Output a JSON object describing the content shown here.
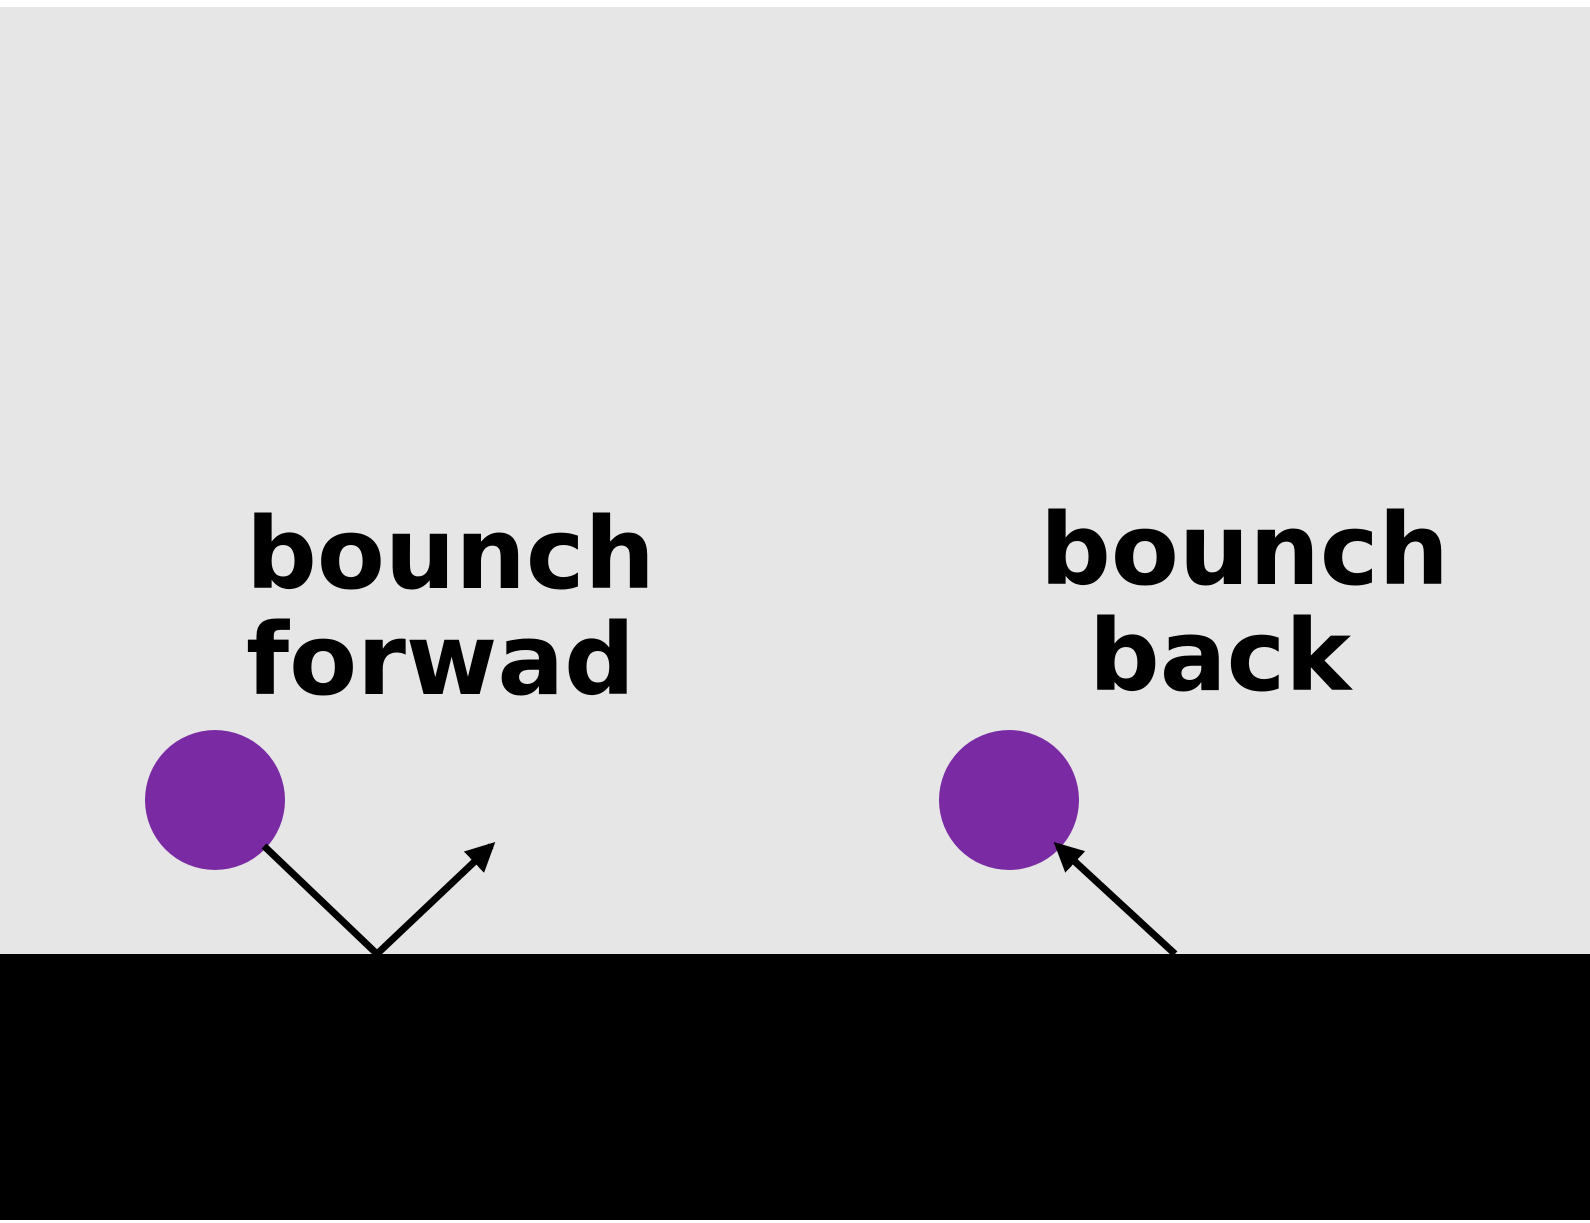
{
  "colors": {
    "background": "#e6e6e6",
    "ground": "#000000",
    "ball": "#7a2aa3",
    "arrow": "#000000",
    "text": "#000000"
  },
  "panels": [
    {
      "label_lines": [
        "bounch",
        "forwad"
      ],
      "ball": "purple-ball",
      "arrows": [
        "incoming-path",
        "bounce-forward-arrow"
      ]
    },
    {
      "label_lines": [
        "bounch",
        "back"
      ],
      "ball": "purple-ball",
      "arrows": [
        "bounce-back-arrow"
      ]
    }
  ]
}
